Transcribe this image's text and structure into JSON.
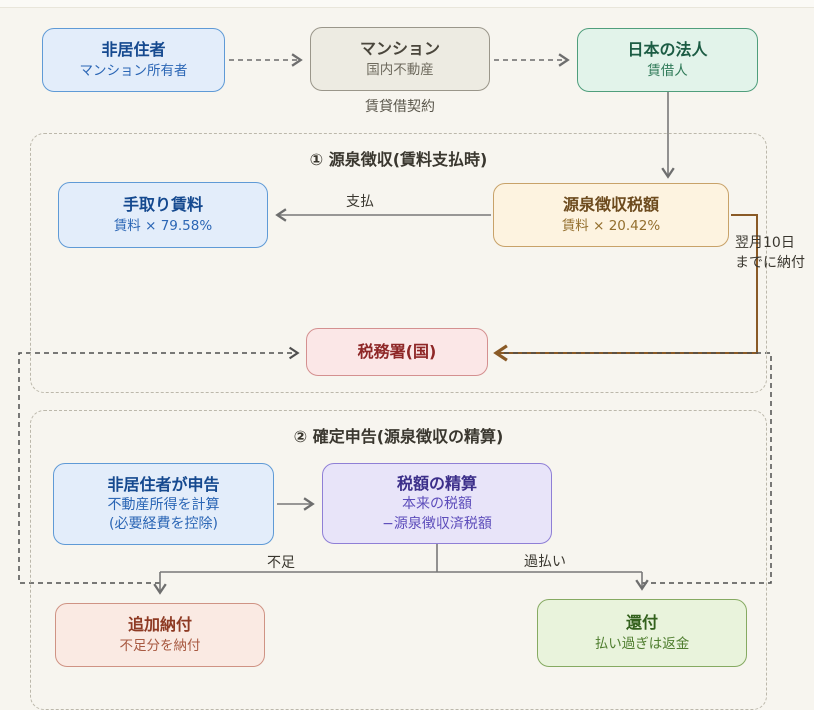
{
  "actors": {
    "nonresident": {
      "title": "非居住者",
      "subtitle": "マンション所有者"
    },
    "mansion": {
      "title": "マンション",
      "subtitle": "国内不動産"
    },
    "corp": {
      "title": "日本の法人",
      "subtitle": "賃借人"
    }
  },
  "labels": {
    "lease_contract": "賃貸借契約",
    "payment": "支払",
    "due_line1": "翌月10日",
    "due_line2": "までに納付",
    "shortfall": "不足",
    "overpaid": "過払い"
  },
  "section1": {
    "title": "① 源泉徴収(賃料支払時)",
    "net_rent": {
      "title": "手取り賃料",
      "subtitle": "賃料 × 79.58%"
    },
    "withheld_tax": {
      "title": "源泉徴収税額",
      "subtitle": "賃料 × 20.42%"
    },
    "tax_office": {
      "title": "税務署(国)"
    }
  },
  "section2": {
    "title": "② 確定申告(源泉徴収の精算)",
    "filing": {
      "title": "非居住者が申告",
      "line2": "不動産所得を計算",
      "line3": "(必要経費を控除)"
    },
    "settlement": {
      "title": "税額の精算",
      "line2": "本来の税額",
      "line3": "−源泉徴収済税額"
    },
    "additional_payment": {
      "title": "追加納付",
      "subtitle": "不足分を納付"
    },
    "refund": {
      "title": "還付",
      "subtitle": "払い過ぎは返金"
    }
  },
  "colors": {
    "background": "#f7f5ef",
    "brown_flow": "#8a5a26",
    "gray_flow": "#787878"
  }
}
